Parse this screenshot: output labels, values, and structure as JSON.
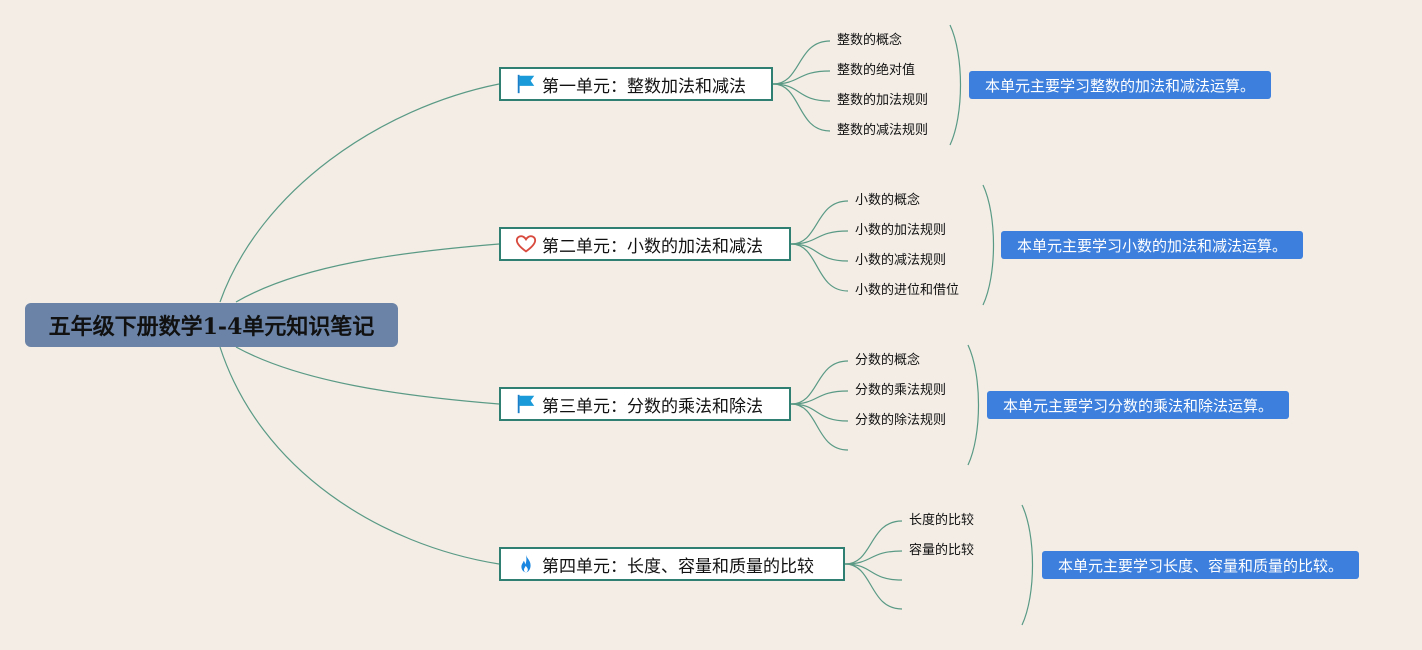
{
  "root": {
    "title": "五年级下册数学1-4单元知识笔记"
  },
  "colors": {
    "line": "#5a9a85",
    "root_bg": "#6a83a6",
    "summary_bg": "#3d7fdc",
    "branch_border": "#2f7f73"
  },
  "branches": [
    {
      "title": "第一单元：整数加法和减法",
      "icon": "flag-icon",
      "leaves": [
        "整数的概念",
        "整数的绝对值",
        "整数的加法规则",
        "整数的减法规则"
      ],
      "summary": "本单元主要学习整数的加法和减法运算。"
    },
    {
      "title": "第二单元：小数的加法和减法",
      "icon": "heart-icon",
      "leaves": [
        "小数的概念",
        "小数的加法规则",
        "小数的减法规则",
        "小数的进位和借位"
      ],
      "summary": "本单元主要学习小数的加法和减法运算。"
    },
    {
      "title": "第三单元：分数的乘法和除法",
      "icon": "flag-icon",
      "leaves": [
        "分数的概念",
        "分数的乘法规则",
        "分数的除法规则",
        ""
      ],
      "summary": "本单元主要学习分数的乘法和除法运算。"
    },
    {
      "title": "第四单元：长度、容量和质量的比较",
      "icon": "fire-icon",
      "leaves": [
        "长度的比较",
        "容量的比较",
        "",
        ""
      ],
      "summary": "本单元主要学习长度、容量和质量的比较。"
    }
  ]
}
